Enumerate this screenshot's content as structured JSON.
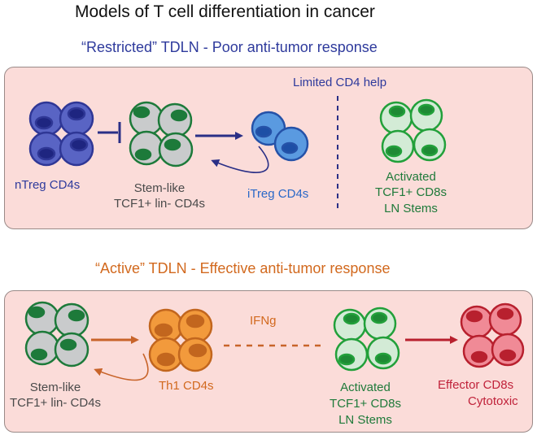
{
  "title": "Models of T cell differentiation in cancer",
  "restricted": {
    "heading": "“Restricted” TDLN - Poor anti-tumor response",
    "limited_help": "Limited CD4 help",
    "ntreg": "nTreg CD4s",
    "stem_line1": "Stem-like",
    "stem_line2": "TCF1+ lin- CD4s",
    "itreg": "iTreg CD4s",
    "act_line1": "Activated",
    "act_line2": "TCF1+ CD8s",
    "act_line3": "LN Stems"
  },
  "active": {
    "heading": "“Active” TDLN - Effective anti-tumor response",
    "ifng": "IFNg",
    "stem_line1": "Stem-like",
    "stem_line2": "TCF1+ lin- CD4s",
    "th1": "Th1 CD4s",
    "act_line1": "Activated",
    "act_line2": "TCF1+ CD8s",
    "act_line3": "LN Stems",
    "eff_line1": "Effector CD8s",
    "eff_line2": "Cytotoxic"
  },
  "colors": {
    "title": "#111111",
    "restricted_heading": "#2e3a9c",
    "active_heading": "#d2691e",
    "panel_bg": "#fbdcd9",
    "treg": "#3f4aa8",
    "itreg": "#2a68c8",
    "stem": "#1f7a3a",
    "activated": "#2a9a3a",
    "th1": "#e07a1e",
    "effector": "#c0223a"
  }
}
